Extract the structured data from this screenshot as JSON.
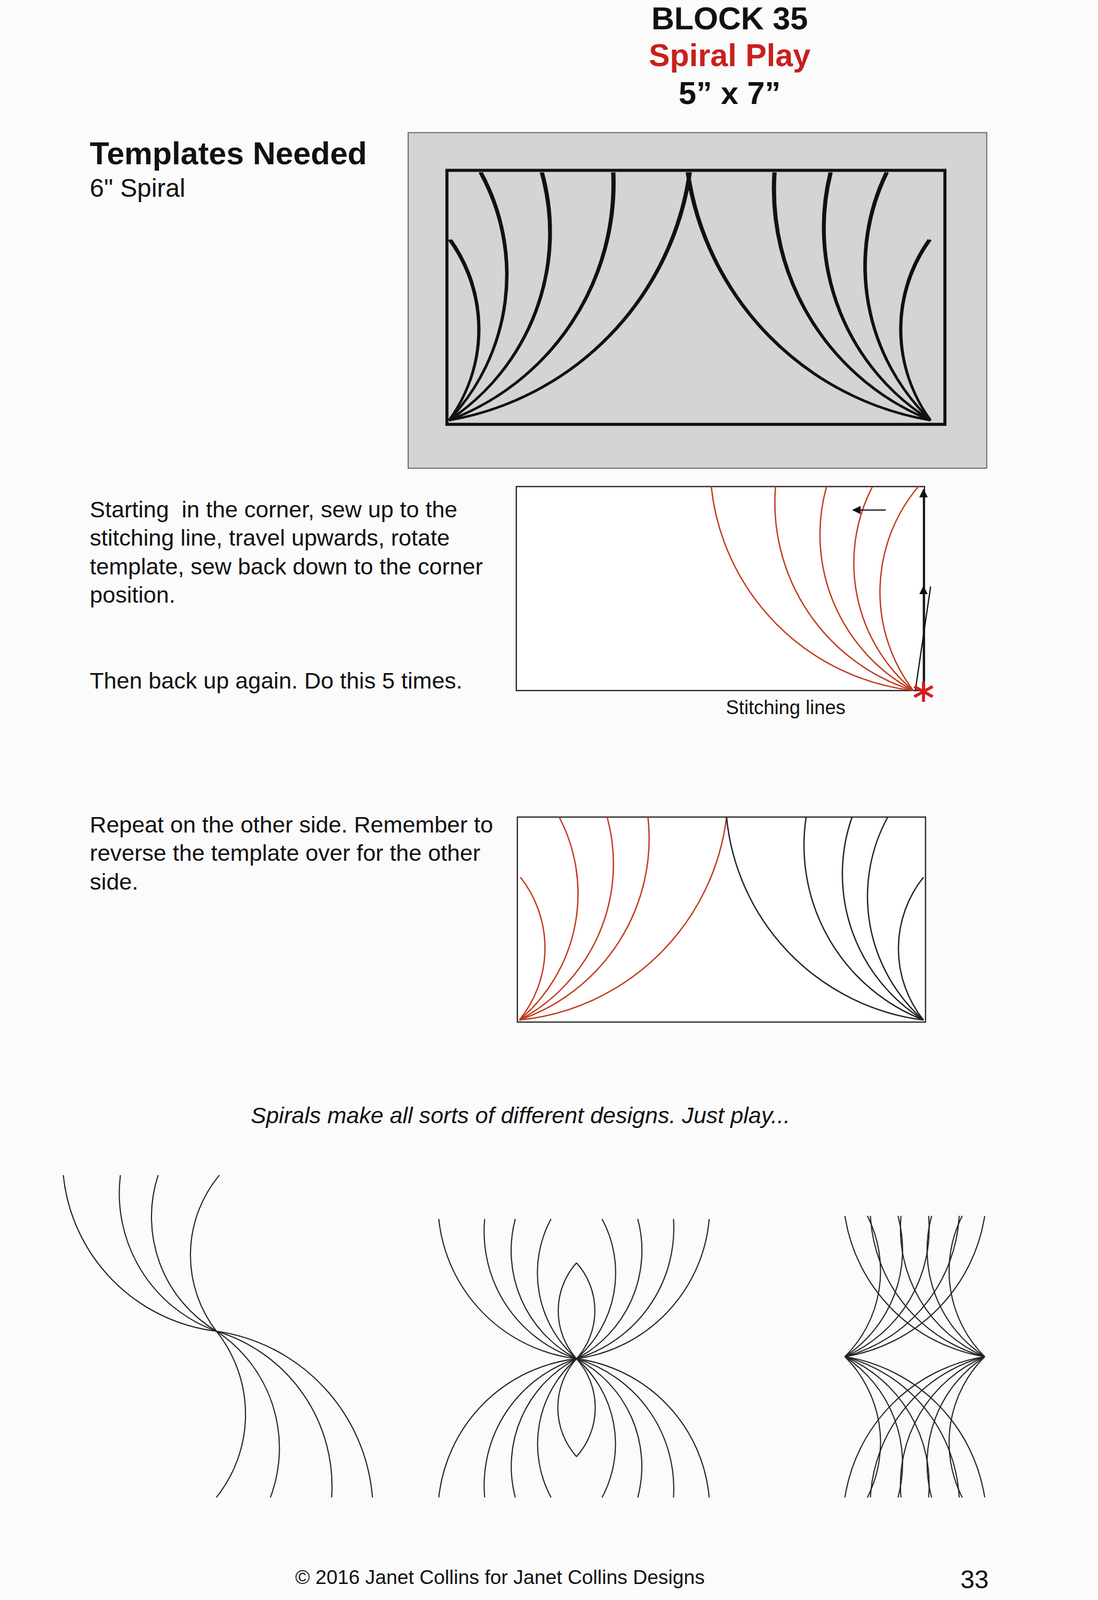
{
  "diagram": {
    "title": "BLOCK 35",
    "labels": [
      "Spiral Play",
      "5” x 7”",
      "Templates Needed",
      "6\" Spiral",
      "Starting  in the corner, sew up to the stitching line, travel upwards, rotate template, sew back down to the corner position.",
      "Then back up again. Do this 5 times.",
      "Stitching lines",
      "Repeat on the other side. Remember to reverse the template over for the other side.",
      "Spirals make all sorts of different designs. Just play...",
      "© 2016 Janet Collins for Janet Collins Designs",
      "33"
    ]
  }
}
